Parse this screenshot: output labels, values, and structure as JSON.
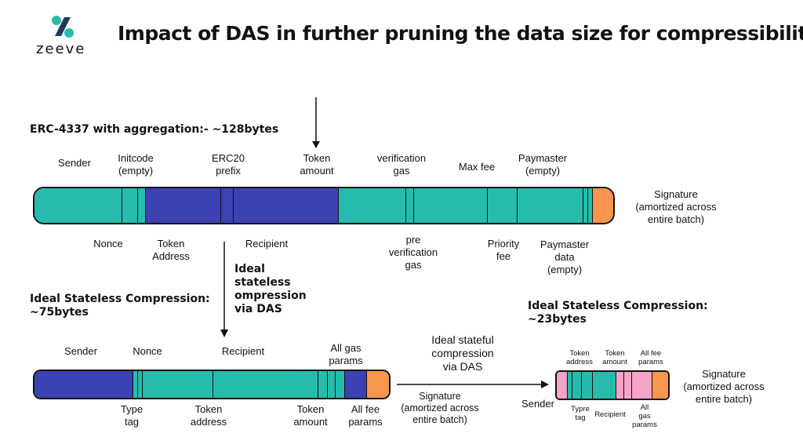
{
  "title": "Impact of DAS in further pruning the data size for compressibility",
  "logo": {
    "text": "zeeve"
  },
  "colors": {
    "teal": "#25BCAE",
    "blue": "#3C41B3",
    "orange": "#F7964C",
    "pink": "#F5A3C7",
    "ink": "#111111"
  },
  "section1": {
    "heading": "ERC-4337 with aggregation:- ~128bytes",
    "top_labels": [
      "Sender",
      "Initcode\n(empty)",
      "ERC20\nprefix",
      "Token\namount",
      "verification\ngas",
      "Max fee",
      "Paymaster\n(empty)"
    ],
    "bottom_labels": [
      "Nonce",
      "Token\nAddress",
      "Recipient",
      "pre\nverification\ngas",
      "Priority\nfee",
      "Paymaster\ndata\n(empty)"
    ],
    "side_label": "Signature\n(amortized across\nentire batch)"
  },
  "middle_arrow_label": "Ideal\nstateless\nompression\nvia DAS",
  "section2": {
    "heading": "Ideal Stateless Compression:\n~75bytes",
    "top_labels": [
      "Sender",
      "Nonce",
      "Recipient",
      "All gas\nparams"
    ],
    "bottom_labels": [
      "Type\ntag",
      "Token\naddress",
      "Token\namount",
      "All fee\nparams"
    ]
  },
  "stateful_label": "Ideal stateful\ncompression\nvia DAS",
  "signature_mid": "Signature\n(amortized across\nentire batch)",
  "section3": {
    "heading": "Ideal Stateless Compression:\n~23bytes",
    "top_labels": [
      "Token\naddress",
      "Token\namount",
      "All fee\nparams"
    ],
    "bottom_labels": [
      "Sender",
      "Typre\ntag",
      "Recipient",
      "All\ngas\nparams"
    ],
    "side_label": "Signature\n(amortized across\nentire batch)"
  }
}
